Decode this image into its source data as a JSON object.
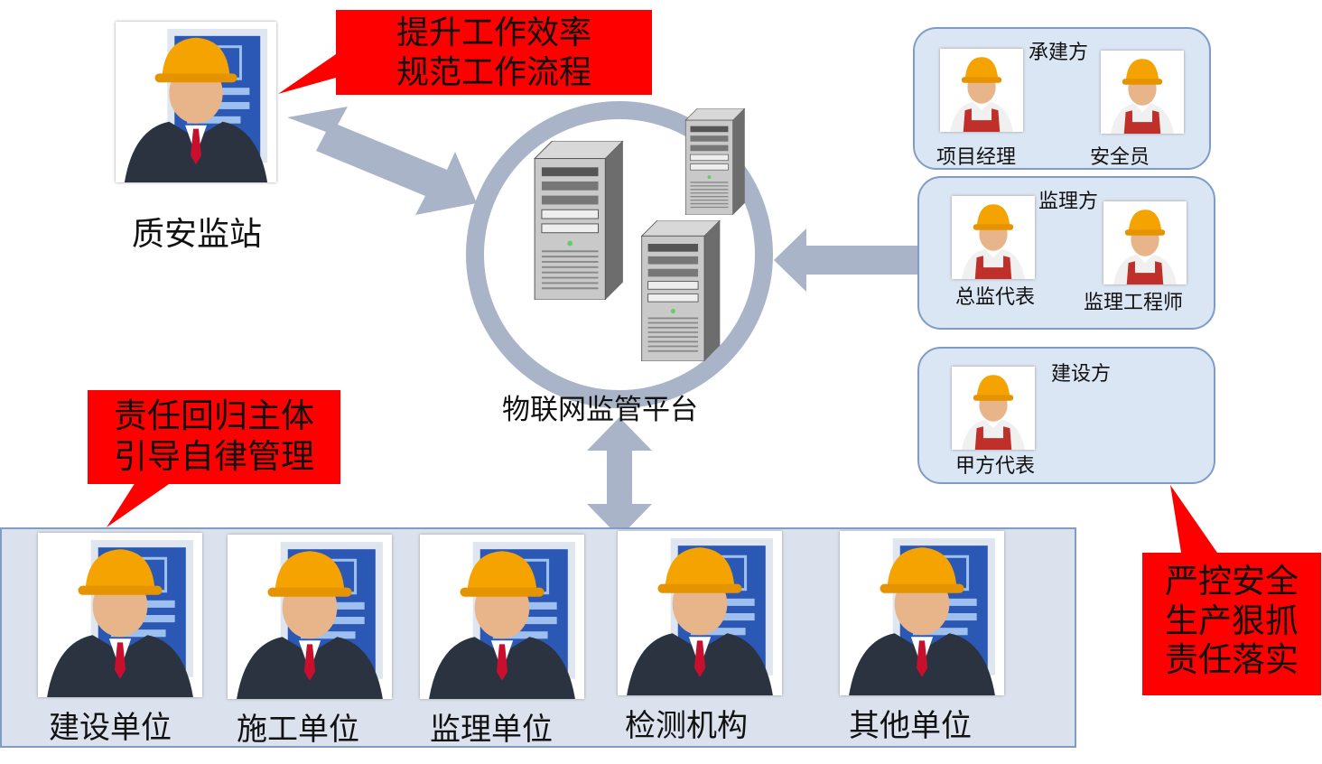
{
  "colors": {
    "callout": "#ff0000",
    "arrow": "#a9b4c8",
    "panel_bg": "#dbe6f4",
    "panel_border": "#7f9cc7"
  },
  "callouts": {
    "top": [
      "提升工作效率",
      "规范工作流程"
    ],
    "left": [
      "责任回归主体",
      "引导自律管理"
    ],
    "right": [
      "严控安全",
      "生产狠抓",
      "责任落实"
    ]
  },
  "station": {
    "label": "质安监站"
  },
  "platform": {
    "label": "物联网监管平台"
  },
  "panels": {
    "builder": {
      "title": "承建方",
      "people": [
        "项目经理",
        "安全员"
      ]
    },
    "supervisor": {
      "title": "监理方",
      "people": [
        "总监代表",
        "监理工程师"
      ]
    },
    "owner": {
      "title": "建设方",
      "people": [
        "甲方代表"
      ]
    }
  },
  "units": [
    "建设单位",
    "施工单位",
    "监理单位",
    "检测机构",
    "其他单位"
  ],
  "icons": {
    "worker": "worker-icon",
    "manager": "manager-icon",
    "server": "server-icon"
  }
}
